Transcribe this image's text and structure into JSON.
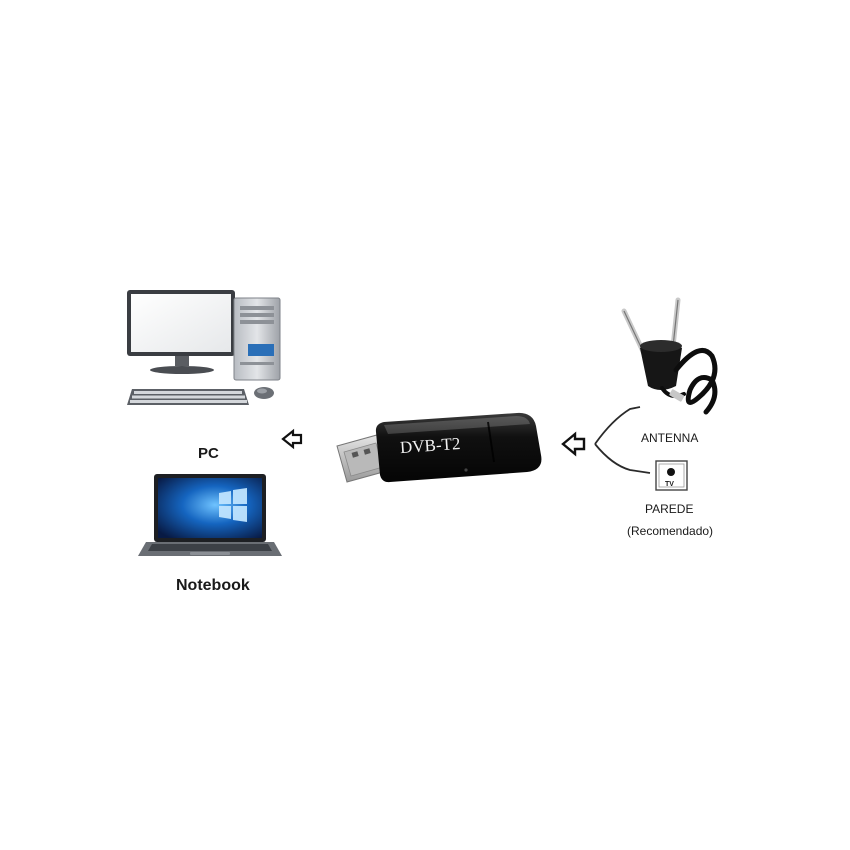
{
  "labels": {
    "pc": "PC",
    "notebook": "Notebook",
    "dongle": "DVB-T2",
    "antenna": "ANTENNA",
    "wall": "PAREDE",
    "wall_note": "(Recomendado)",
    "tv_socket": "TV"
  },
  "icons": {
    "desktop": "desktop-computer-icon",
    "laptop": "laptop-icon",
    "usb": "usb-dongle-icon",
    "antenna": "antenna-icon",
    "wall_socket": "tv-wall-socket-icon",
    "arrow": "left-arrow-icon"
  },
  "colors": {
    "dongle_body": "#0c0c0c",
    "windows_blue": "#1565c0",
    "label": "#1a1a1a"
  }
}
